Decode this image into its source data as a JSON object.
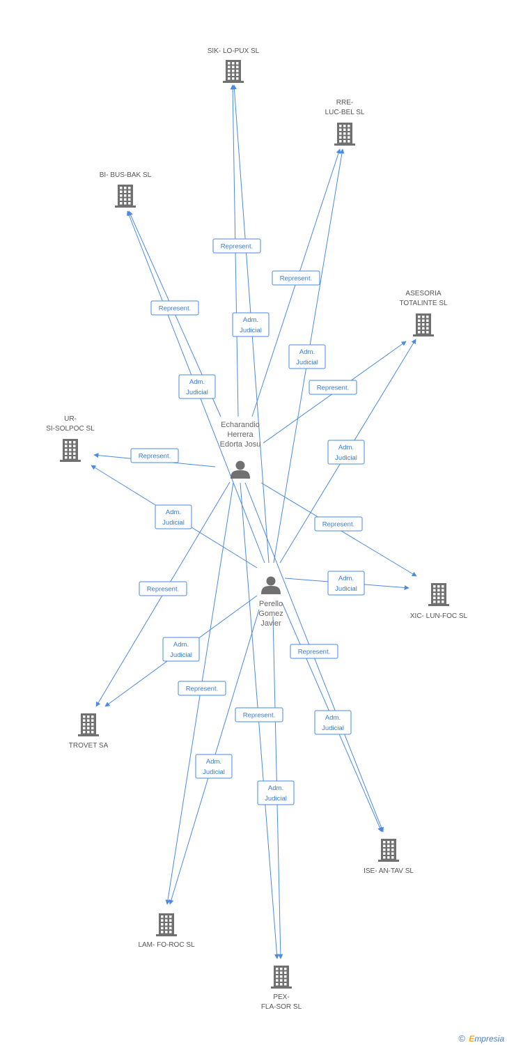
{
  "colors": {
    "edge": "#4a8ae0",
    "node": "#707070",
    "label": "#555555"
  },
  "nodes": [
    {
      "id": "sik",
      "type": "company",
      "icon": "building-icon",
      "label": [
        "SIK- LO-PUX SL"
      ]
    },
    {
      "id": "rre",
      "type": "company",
      "icon": "building-icon",
      "label": [
        "RRE-",
        "LUC-BEL SL"
      ]
    },
    {
      "id": "bi",
      "type": "company",
      "icon": "building-icon",
      "label": [
        "BI- BUS-BAK SL"
      ]
    },
    {
      "id": "ases",
      "type": "company",
      "icon": "building-icon",
      "label": [
        "ASESORIA",
        "TOTALINTE SL"
      ]
    },
    {
      "id": "ur",
      "type": "company",
      "icon": "building-icon",
      "label": [
        "UR-",
        "SI-SOLPOC SL"
      ]
    },
    {
      "id": "xic",
      "type": "company",
      "icon": "building-icon",
      "label": [
        "XIC- LUN-FOC SL"
      ]
    },
    {
      "id": "trov",
      "type": "company",
      "icon": "building-icon",
      "label": [
        "TROVET SA"
      ]
    },
    {
      "id": "ise",
      "type": "company",
      "icon": "building-icon",
      "label": [
        "ISE- AN-TAV SL"
      ]
    },
    {
      "id": "lam",
      "type": "company",
      "icon": "building-icon",
      "label": [
        "LAM- FO-ROC SL"
      ]
    },
    {
      "id": "pex",
      "type": "company",
      "icon": "building-icon",
      "label": [
        "PEX-",
        "FLA-SOR SL"
      ]
    },
    {
      "id": "ech",
      "type": "person",
      "icon": "person-icon",
      "label": [
        "Echarandio",
        "Herrera",
        "Edorta Josu"
      ]
    },
    {
      "id": "per",
      "type": "person",
      "icon": "person-icon",
      "label": [
        "Perello",
        "Gomez",
        "Javier"
      ]
    }
  ],
  "edges": [
    {
      "from": "ech",
      "to": "sik",
      "label": [
        "Represent."
      ]
    },
    {
      "from": "per",
      "to": "sik",
      "label": [
        "Adm.",
        "Judicial"
      ]
    },
    {
      "from": "ech",
      "to": "rre",
      "label": [
        "Represent."
      ]
    },
    {
      "from": "per",
      "to": "rre",
      "label": [
        "Adm.",
        "Judicial"
      ]
    },
    {
      "from": "ech",
      "to": "bi",
      "label": [
        "Represent."
      ]
    },
    {
      "from": "per",
      "to": "bi",
      "label": [
        "Adm.",
        "Judicial"
      ]
    },
    {
      "from": "ech",
      "to": "ases",
      "label": [
        "Represent."
      ]
    },
    {
      "from": "per",
      "to": "ases",
      "label": [
        "Adm.",
        "Judicial"
      ]
    },
    {
      "from": "ech",
      "to": "ur",
      "label": [
        "Represent."
      ]
    },
    {
      "from": "per",
      "to": "ur",
      "label": [
        "Adm.",
        "Judicial"
      ]
    },
    {
      "from": "ech",
      "to": "xic",
      "label": [
        "Represent."
      ]
    },
    {
      "from": "per",
      "to": "xic",
      "label": [
        "Adm.",
        "Judicial"
      ]
    },
    {
      "from": "ech",
      "to": "trov",
      "label": [
        "Represent."
      ]
    },
    {
      "from": "per",
      "to": "trov",
      "label": [
        "Adm.",
        "Judicial"
      ]
    },
    {
      "from": "per",
      "to": "ise",
      "label": [
        "Represent."
      ]
    },
    {
      "from": "ech",
      "to": "ise",
      "label": [
        "Adm.",
        "Judicial"
      ]
    },
    {
      "from": "ech",
      "to": "lam",
      "label": [
        "Represent."
      ]
    },
    {
      "from": "per",
      "to": "lam",
      "label": [
        "Adm.",
        "Judicial"
      ]
    },
    {
      "from": "ech",
      "to": "pex",
      "label": [
        "Represent."
      ]
    },
    {
      "from": "per",
      "to": "pex",
      "label": [
        "Adm.",
        "Judicial"
      ]
    }
  ],
  "footer": {
    "copyright": "©",
    "brand_initial": "E",
    "brand_rest": "mpresia"
  }
}
